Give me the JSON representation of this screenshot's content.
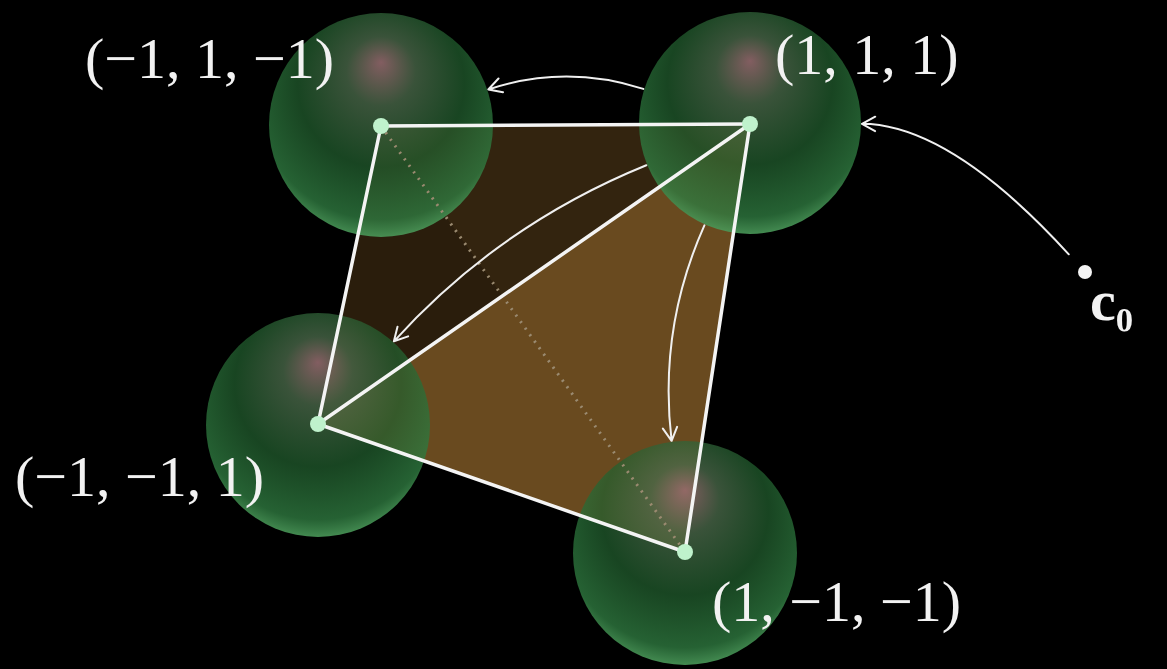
{
  "diagram": {
    "nodes": [
      {
        "text": [
          "(−1, 1, −1)"
        ]
      },
      {
        "text": [
          "(1, 1, 1)"
        ]
      },
      {
        "text": [
          "c₀"
        ]
      },
      {
        "text": [
          "(−1, −1, 1)"
        ]
      },
      {
        "text": [
          "(1, −1, −1)"
        ]
      }
    ],
    "edges": [
      {
        "from": 2,
        "to": 1,
        "arrow": "to"
      },
      {
        "from": 1,
        "to": 0,
        "arrow": "to"
      },
      {
        "from": 1,
        "to": 3,
        "arrow": "to"
      },
      {
        "from": 1,
        "to": 4,
        "arrow": "to"
      }
    ]
  }
}
